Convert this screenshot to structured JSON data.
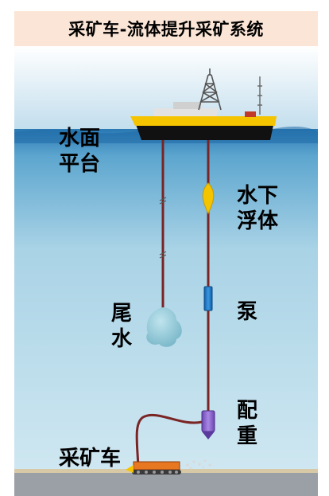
{
  "title": "采矿车-流体提升采矿系统",
  "labels": {
    "surface_platform": [
      "水面",
      "平台"
    ],
    "subsea_buoy": [
      "水下",
      "浮体"
    ],
    "tailwater": [
      "尾",
      "水"
    ],
    "pump": "泵",
    "counterweight": [
      "配",
      "重"
    ],
    "mining_vehicle": "采矿车"
  },
  "colors": {
    "title_background": "#fbe5d6",
    "water_surface": "#2e7fb8",
    "water_deep": "#c6e3ef",
    "seabed": "#9aa0a5",
    "ship_hull": "#f5c400",
    "buoy": "#f5c400",
    "pump": "#1f78c8",
    "counterweight": "#8a63c9",
    "mining_vehicle": "#e87722",
    "tailwater_cloud": "#8ec9d8"
  }
}
